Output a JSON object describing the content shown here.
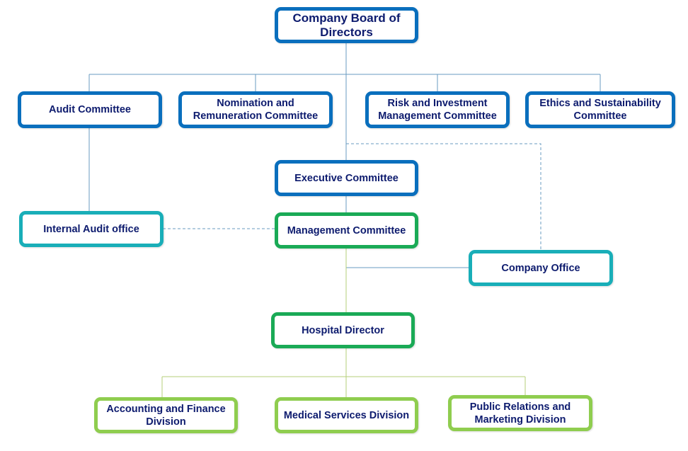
{
  "colors": {
    "board_blue": "#0a6fbd",
    "teal": "#19aeb8",
    "green": "#1aaa56",
    "light_green": "#8fcd4f",
    "text": "#0d1b6e"
  },
  "nodes": {
    "board": "Company Board of Directors",
    "audit_committee": "Audit Committee",
    "nomination_committee": "Nomination and Remuneration Committee",
    "risk_committee": "Risk and Investment Management Committee",
    "ethics_committee": "Ethics and Sustainability Committee",
    "executive_committee": "Executive Committee",
    "internal_audit": "Internal Audit office",
    "management_committee": "Management Committee",
    "company_office": "Company Office",
    "hospital_director": "Hospital Director",
    "accounting_division": "Accounting and Finance Division",
    "medical_division": "Medical Services Division",
    "pr_division": "Public Relations and Marketing Division"
  }
}
